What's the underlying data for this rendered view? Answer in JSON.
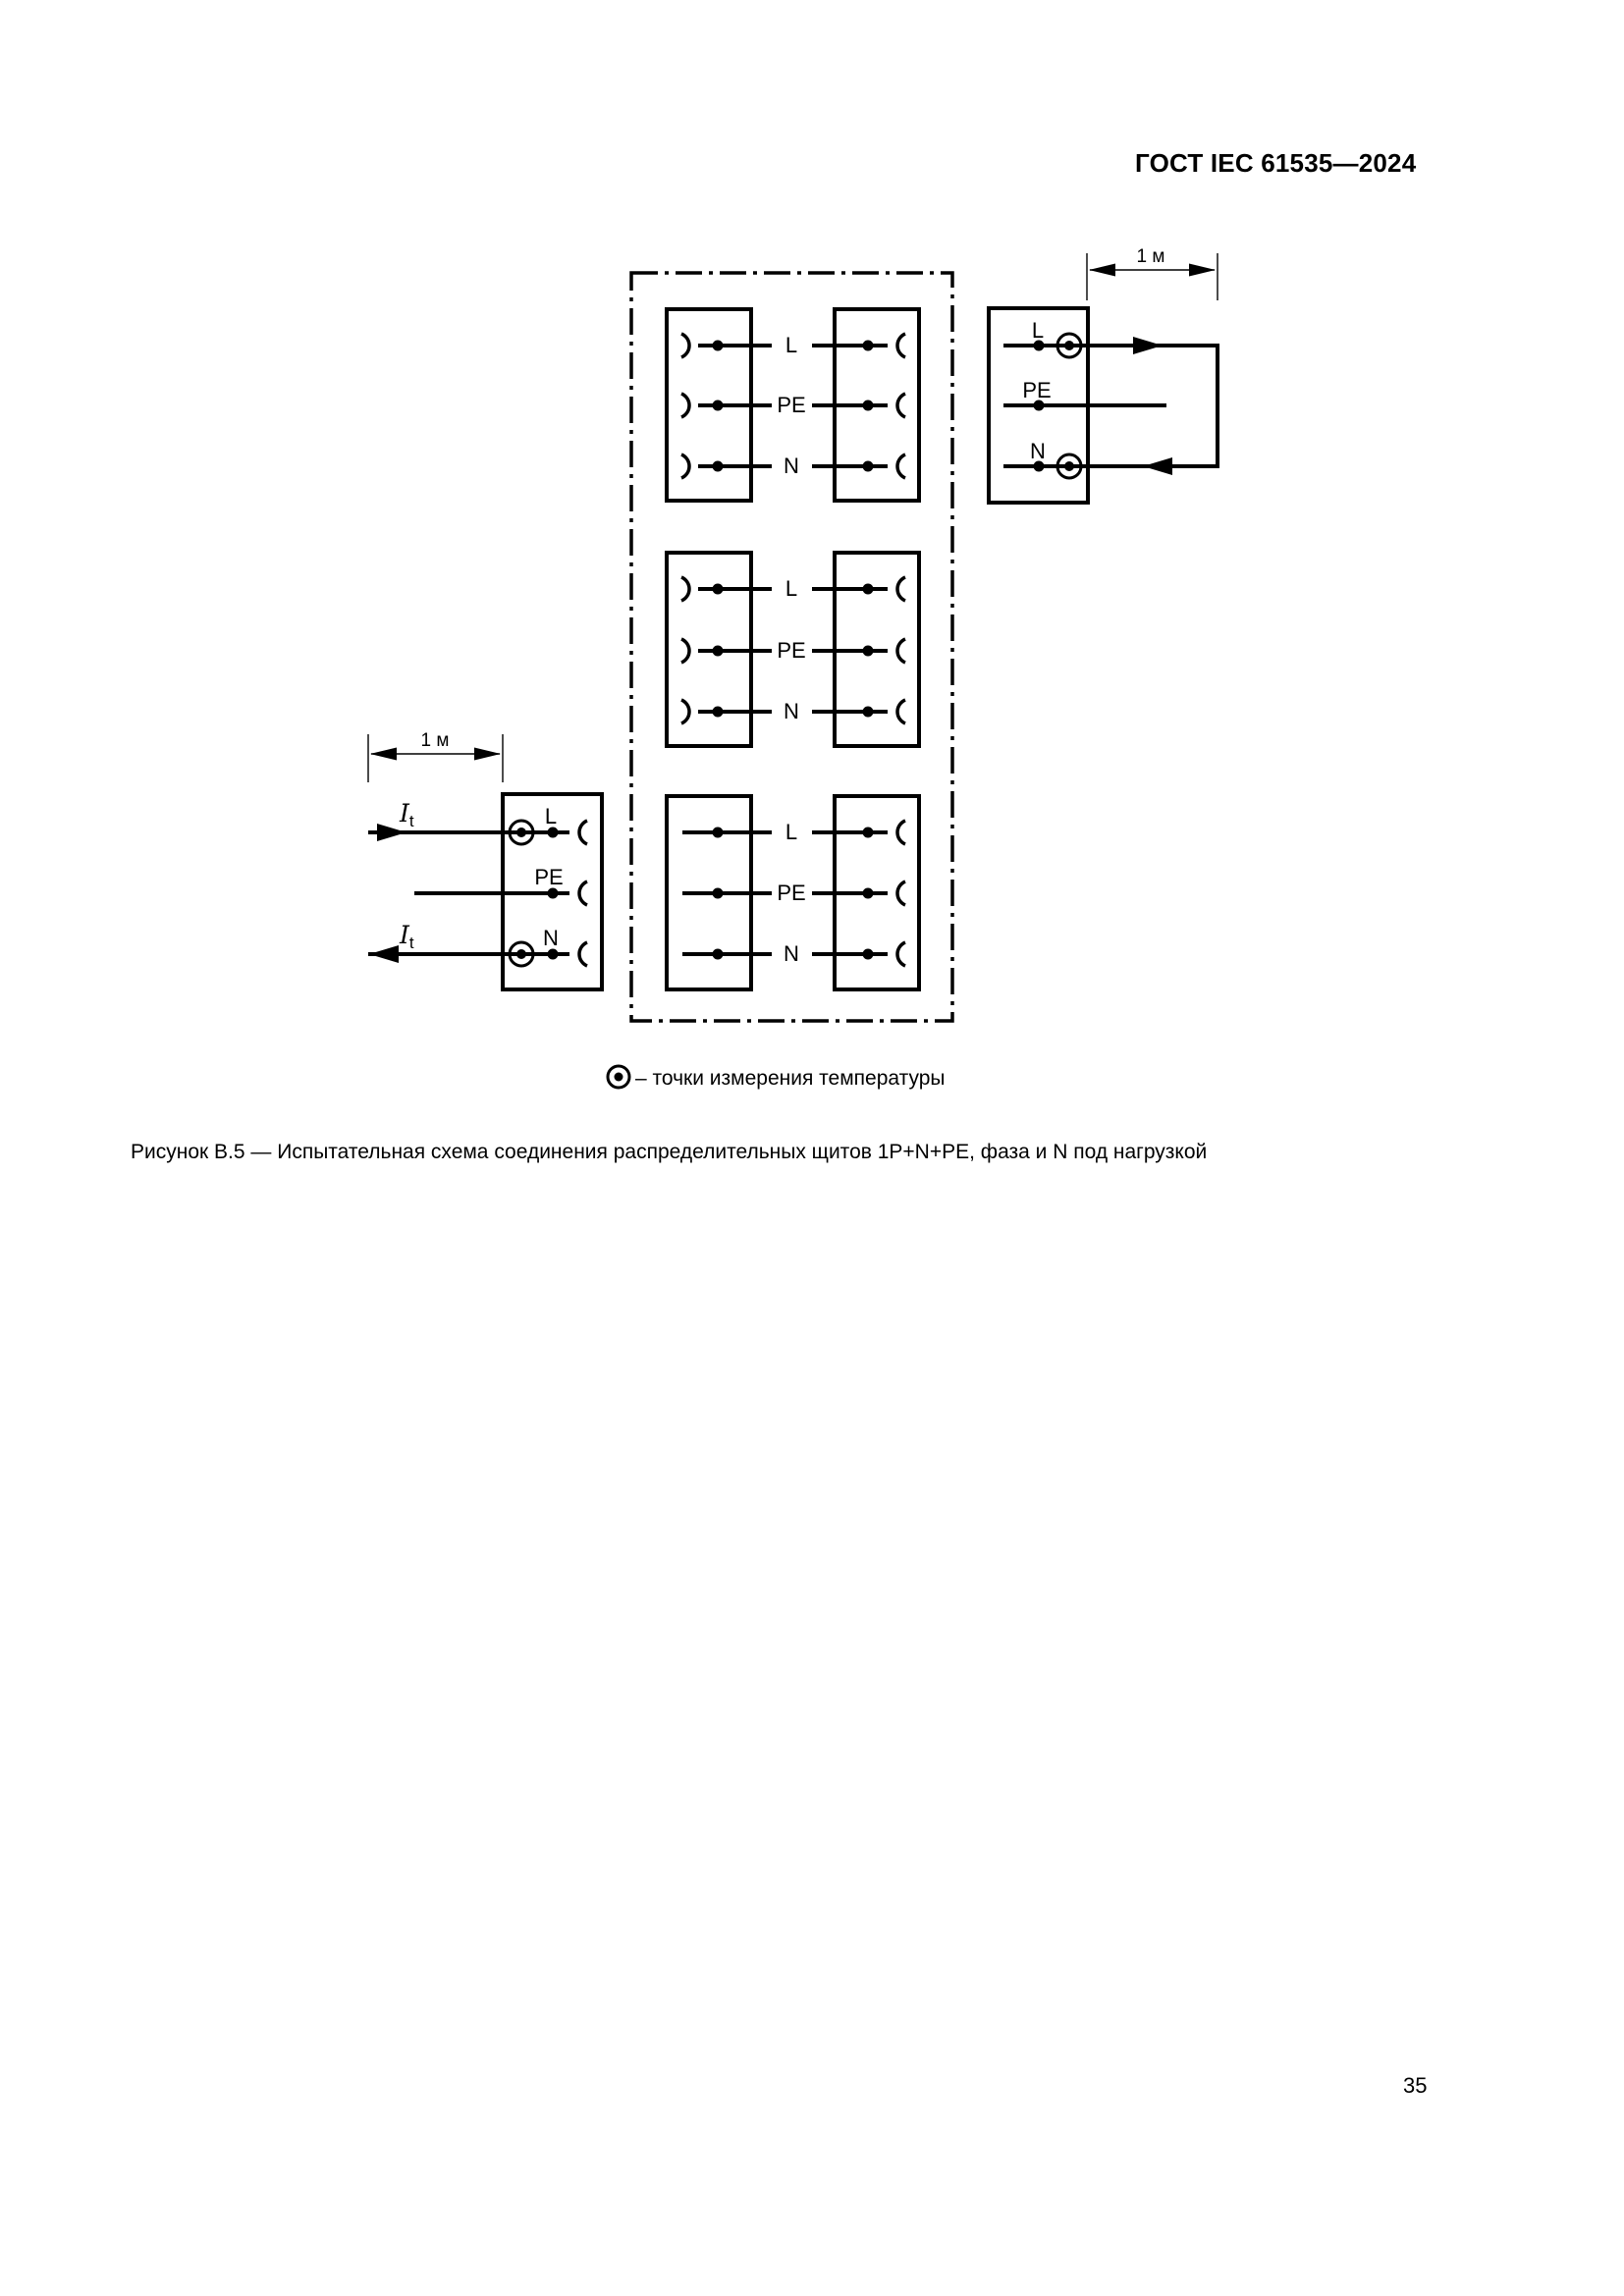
{
  "page": {
    "header_title": "ГОСТ IEC 61535—2024",
    "number": "35"
  },
  "figure": {
    "caption": "Рисунок В.5 — Испытательная схема соединения распределительных щитов 1P+N+PE, фаза и N под нагрузкой",
    "legend": {
      "symbol_icon": "circled-dot",
      "text": "– точки измерения температуры"
    }
  },
  "diagram": {
    "conductors": {
      "l": "L",
      "pe": "PE",
      "n": "N"
    },
    "dimension_label": "1 м",
    "test_current": {
      "symbol": "I",
      "subscript": "t"
    },
    "colors": {
      "ink": "#000000",
      "paper": "#ffffff"
    }
  }
}
